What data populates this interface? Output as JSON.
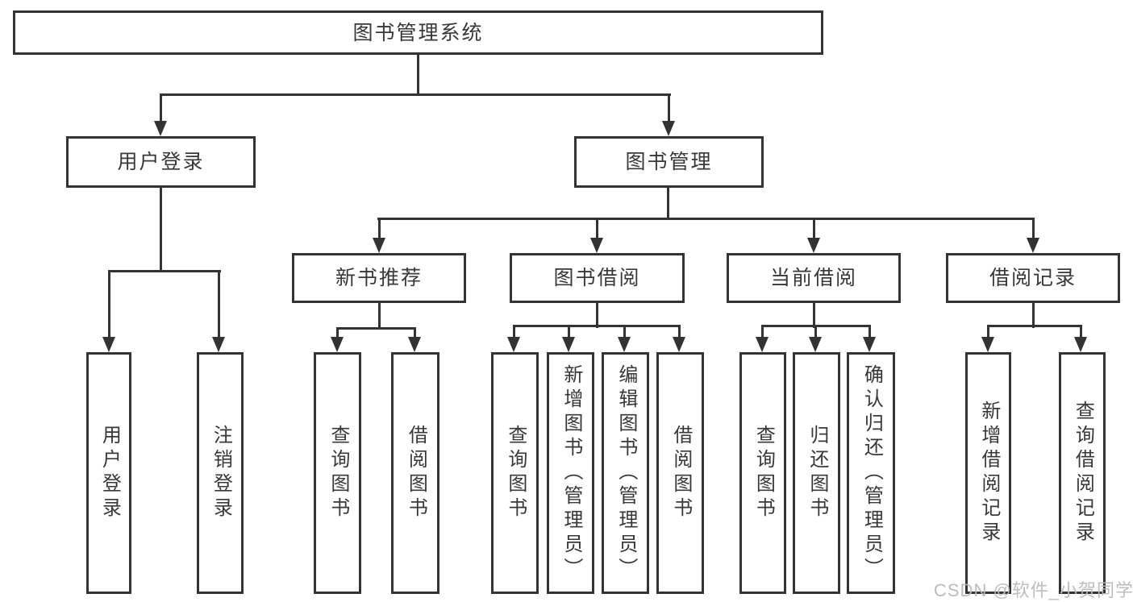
{
  "colors": {
    "line": "#333333",
    "node_border": "#333333",
    "node_text": "#383838",
    "node_background": "#ffffff",
    "page_background": "#ffffff",
    "watermark_text_color": "#b9b9b9"
  },
  "watermark": {
    "text": "CSDN @软件_小贺同学"
  },
  "tree": {
    "root": {
      "label": "图书管理系统"
    },
    "children": [
      {
        "label": "用户登录",
        "children": [
          {
            "label": "用户登录"
          },
          {
            "label": "注销登录"
          }
        ]
      },
      {
        "label": "图书管理",
        "children": [
          {
            "label": "新书推荐",
            "children": [
              {
                "label": "查询图书"
              },
              {
                "label": "借阅图书"
              }
            ]
          },
          {
            "label": "图书借阅",
            "children": [
              {
                "label": "查询图书"
              },
              {
                "label": "新增图书（管理员）"
              },
              {
                "label": "编辑图书（管理员）"
              },
              {
                "label": "借阅图书"
              }
            ]
          },
          {
            "label": "当前借阅",
            "children": [
              {
                "label": "查询图书"
              },
              {
                "label": "归还图书"
              },
              {
                "label": "确认归还（管理员）"
              }
            ]
          },
          {
            "label": "借阅记录",
            "children": [
              {
                "label": "新增借阅记录"
              },
              {
                "label": "查询借阅记录"
              }
            ]
          }
        ]
      }
    ]
  }
}
